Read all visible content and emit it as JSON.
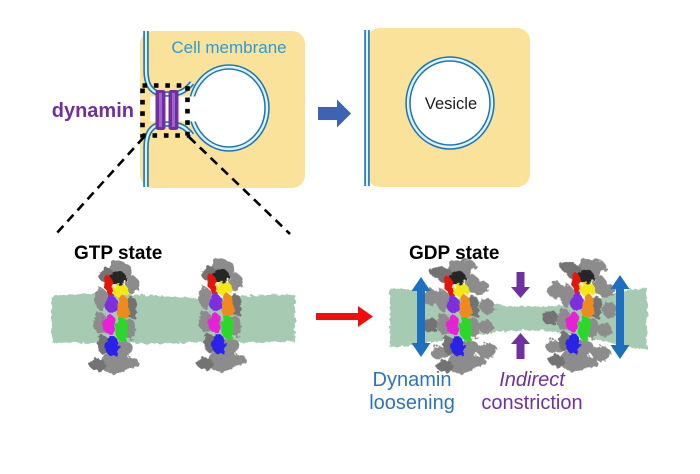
{
  "figure": {
    "title": "Dynamin-mediated vesicle scission schematic",
    "top_panel": {
      "cell_membrane_label": "Cell membrane",
      "dynamin_label": "dynamin",
      "vesicle_label": "Vesicle"
    },
    "bottom_panel": {
      "gtp_label": "GTP state",
      "gdp_label": "GDP state",
      "loosening_line1": "Dynamin",
      "loosening_line2": "loosening",
      "constriction_line1": "Indirect",
      "constriction_line2": "constriction"
    },
    "icons": {
      "transition_block_arrow": "right-arrow",
      "state_transition_arrow": "red-right-arrow",
      "loosening_arrows": "vertical-double-arrow",
      "constriction_arrows": "inward-vertical-arrows"
    }
  },
  "colors": {
    "cell-fill": "#FAE29B",
    "membrane-blue": "#1877BD",
    "membrane-gap": "#E2F2FB",
    "label-blue": "#2E9BD5",
    "purple": "#7030A0",
    "purple-light": "#A163CC",
    "block-arrow-blue": "#3E63B2",
    "red-arrow": "#F20C0C",
    "tube-green": "#A6CBB2",
    "loosening-blue": "#2E75B6",
    "loosen-arrow-blue": "#1D6FBF",
    "mol-gray": "#8C8C8C",
    "mol-gray-dark": "#737373"
  }
}
